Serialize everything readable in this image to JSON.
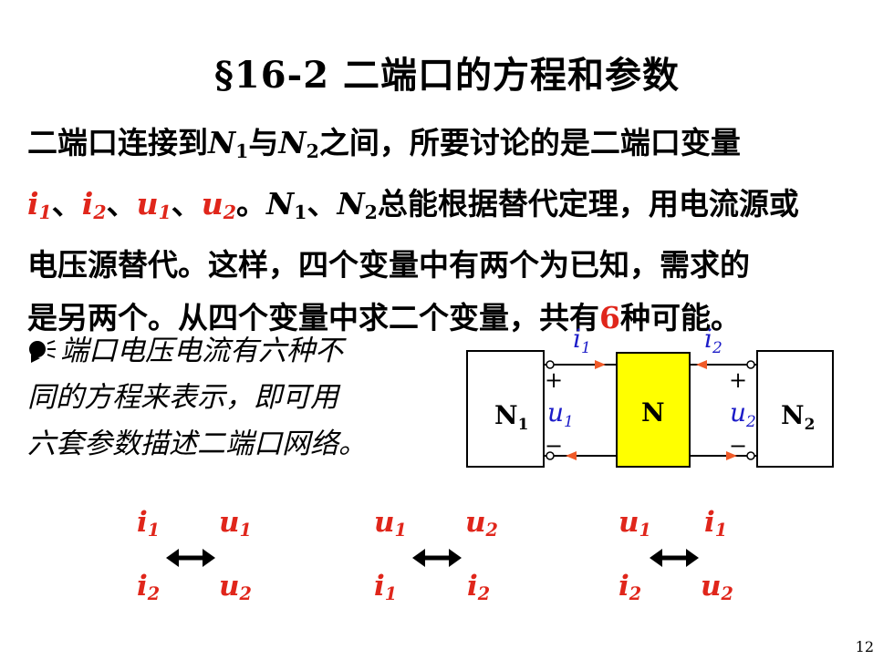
{
  "title": "§16-2  二端口的方程和参数",
  "paragraph": {
    "l1_a": "二端口连接到",
    "l1_n": "N",
    "l1_s1": "1",
    "l1_b": "与",
    "l1_n2": "N",
    "l1_s2": "2",
    "l1_c": "之间，所要讨论的是二端口变量",
    "v_i": "i",
    "v_u": "u",
    "s1": "1",
    "s2": "2",
    "sep": "、",
    "l2_end": "。",
    "l2_n": "N",
    "l2_rest": "总能根据替代定理，用电流源或",
    "line3": "电压源替代。这样，四个变量中有两个为已知，需求的",
    "l4_a": "是另两个。从四个变量中求二个变量，共有",
    "l4_num": "6",
    "l4_b": "种可能。"
  },
  "note": {
    "line1": "端口电压电流有六种不",
    "line2": "同的方程来表示，即可用",
    "line3": "六套参数描述二端口网络。"
  },
  "circuit": {
    "n1_label": "N",
    "n1_sub": "1",
    "n_label": "N",
    "n2_label": "N",
    "n2_sub": "2",
    "i1": "i",
    "i1_sub": "1",
    "i2": "i",
    "i2_sub": "2",
    "u1": "u",
    "u1_sub": "1",
    "u2": "u",
    "u2_sub": "2",
    "plus": "+",
    "minus": "−",
    "colors": {
      "box": "#ffff00",
      "arrow": "#f05a28",
      "current": "#1c1cc8",
      "wire": "#000000"
    }
  },
  "pairs": [
    {
      "top_left": "i",
      "top_left_sub": "1",
      "top_right": "u",
      "top_right_sub": "1",
      "bottom_left": "i",
      "bottom_left_sub": "2",
      "bottom_right": "u",
      "bottom_right_sub": "2"
    },
    {
      "top_left": "u",
      "top_left_sub": "1",
      "top_right": "u",
      "top_right_sub": "2",
      "bottom_left": "i",
      "bottom_left_sub": "1",
      "bottom_right": "i",
      "bottom_right_sub": "2"
    },
    {
      "top_left": "u",
      "top_left_sub": "1",
      "top_right": "i",
      "top_right_sub": "1",
      "bottom_left": "i",
      "bottom_left_sub": "2",
      "bottom_right": "u",
      "bottom_right_sub": "2"
    }
  ],
  "page_number": "12"
}
